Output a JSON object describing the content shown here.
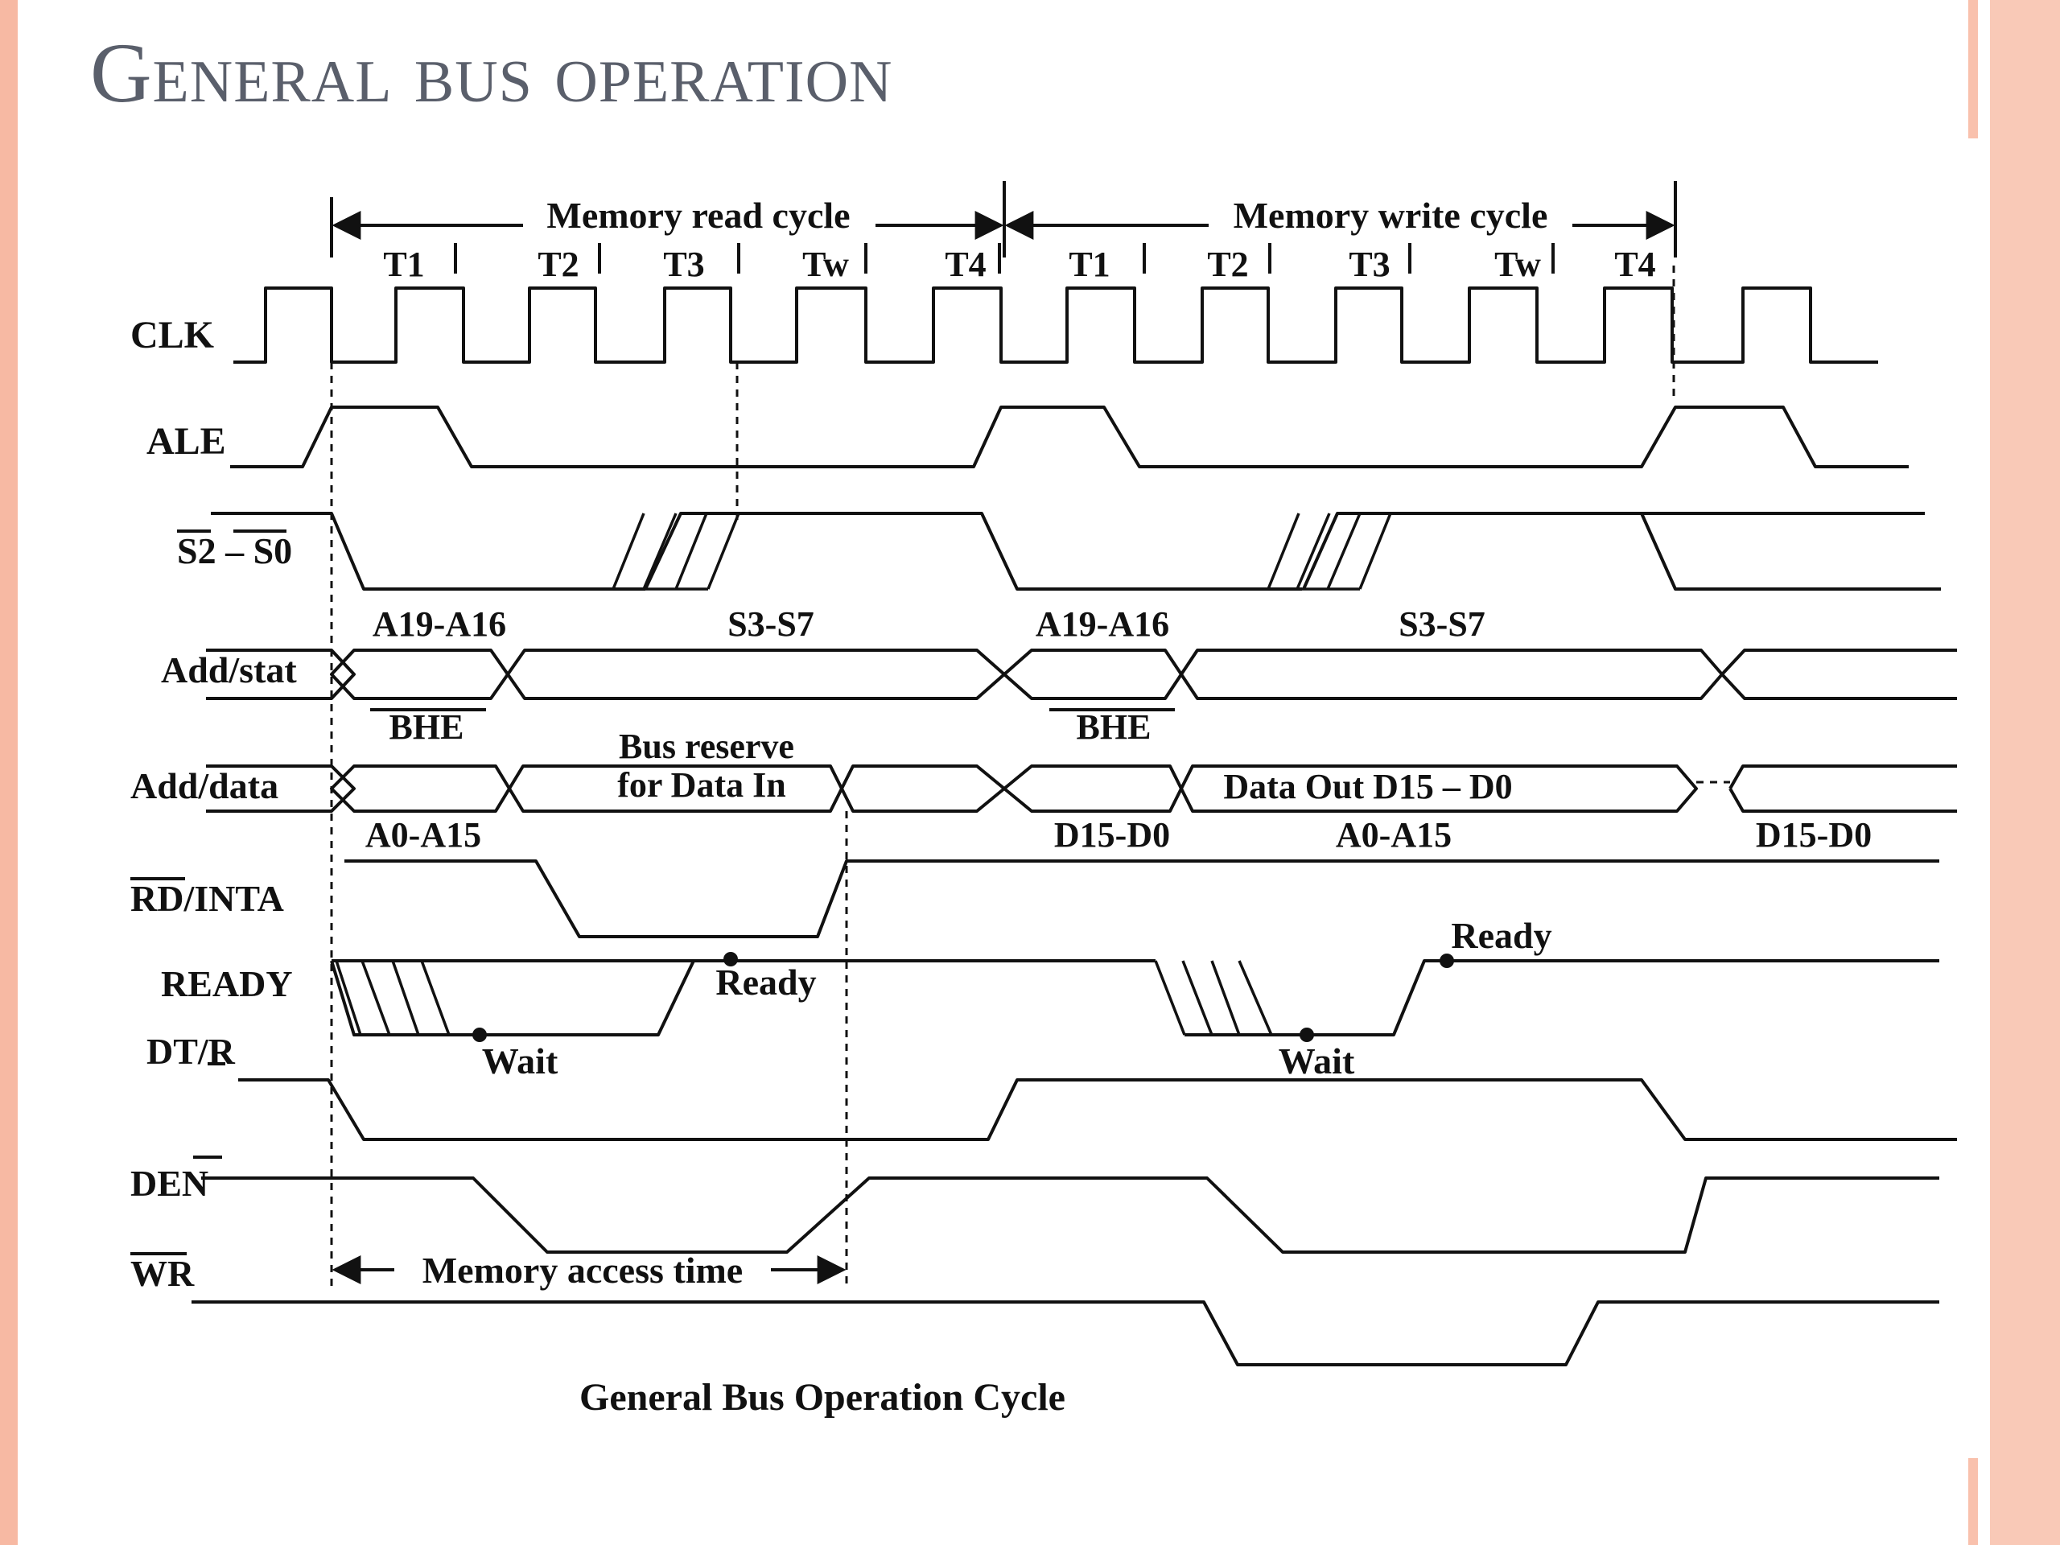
{
  "slide": {
    "title": "General bus operation",
    "frame_color": "#f7b9a3"
  },
  "diagram": {
    "caption": "General Bus Operation Cycle",
    "cycles": {
      "read": "Memory read cycle",
      "write": "Memory write cycle",
      "access_time": "Memory access time"
    },
    "states": [
      "T1",
      "T2",
      "T3",
      "Tw",
      "T4",
      "T1",
      "T2",
      "T3",
      "Tw",
      "T4"
    ],
    "signals": [
      "CLK",
      "ALE",
      "S2 – S0",
      "Add/stat",
      "Add/data",
      "RD/INTA",
      "READY",
      "DT/R",
      "DEN",
      "WR"
    ],
    "bus_labels": {
      "a19_a16": "A19-A16",
      "s3_s7": "S3-S7",
      "bhe": "BHE",
      "bus_reserve_1": "Bus reserve",
      "bus_reserve_2": "for Data In",
      "a0_a15": "A0-A15",
      "d15_d0": "D15-D0",
      "data_out": "Data Out D15 – D0",
      "ready": "Ready",
      "wait": "Wait"
    }
  }
}
